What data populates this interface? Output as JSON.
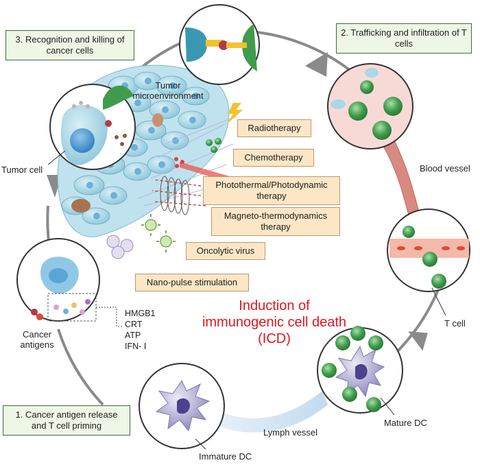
{
  "steps": {
    "step1": "1. Cancer antigen release and T cell priming",
    "step2": "2. Trafficking and infiltration of T cells",
    "step3": "3. Recognition and killing of cancer cells"
  },
  "labels": {
    "tumor_microenvironment": "Tumor microenvironment",
    "tumor_cell": "Tumor cell",
    "blood_vessel": "Blood vessel",
    "t_cell": "T cell",
    "cancer_antigens": "Cancer antigens",
    "lymph_vessel": "Lymph vessel",
    "mature_dc": "Mature DC",
    "immature_dc": "Immature DC"
  },
  "therapies": {
    "radiotherapy": "Radiotherapy",
    "chemotherapy": "Chemotherapy",
    "photothermal": "Photothermal/Photodynamic therapy",
    "magneto": "Magneto-thermodynamics therapy",
    "oncolytic": "Oncolytic virus",
    "nanopulse": "Nano-pulse stimulation"
  },
  "molecules": [
    "HMGB1",
    "CRT",
    "ATP",
    "IFN- Ⅰ"
  ],
  "center": {
    "line1": "Induction of",
    "line2": "immunogenic cell death",
    "line3": "(ICD)"
  },
  "colors": {
    "icd_text": "#e0161b",
    "step_box": "#eef6e6",
    "therapy_box": "#fbe6c6",
    "cycle_arrow": "#8a8a8a",
    "t_cell": "#3f9c4c",
    "tumor_cell": "#a9d8e8",
    "dendritic_cell": "#b5b0d6",
    "blood_vessel": "#d98a80"
  }
}
